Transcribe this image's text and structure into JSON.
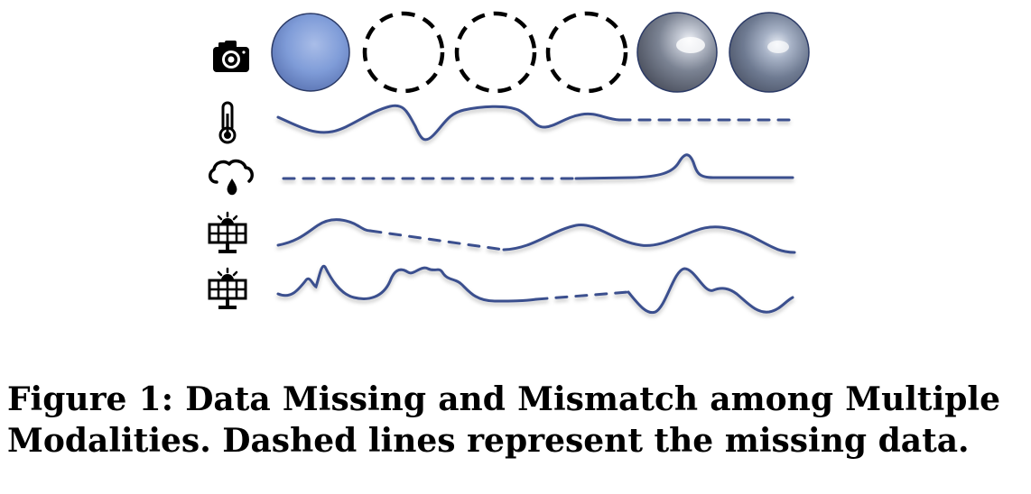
{
  "figure": {
    "caption": "Figure 1: Data Missing and Mismatch among Multiple Modalities. Dashed lines represent the missing data.",
    "line_color": "#3a4f8e",
    "rows": [
      {
        "modality_icon": "camera-icon",
        "images": [
          "present",
          "missing",
          "missing",
          "missing",
          "present",
          "present"
        ]
      },
      {
        "modality_icon": "thermometer-icon",
        "missing_part": "end"
      },
      {
        "modality_icon": "cloud-rain-icon",
        "missing_part": "start"
      },
      {
        "modality_icon": "solar-panel-icon",
        "missing_part": "middle"
      },
      {
        "modality_icon": "solar-panel-icon",
        "missing_part": "middle"
      }
    ]
  }
}
